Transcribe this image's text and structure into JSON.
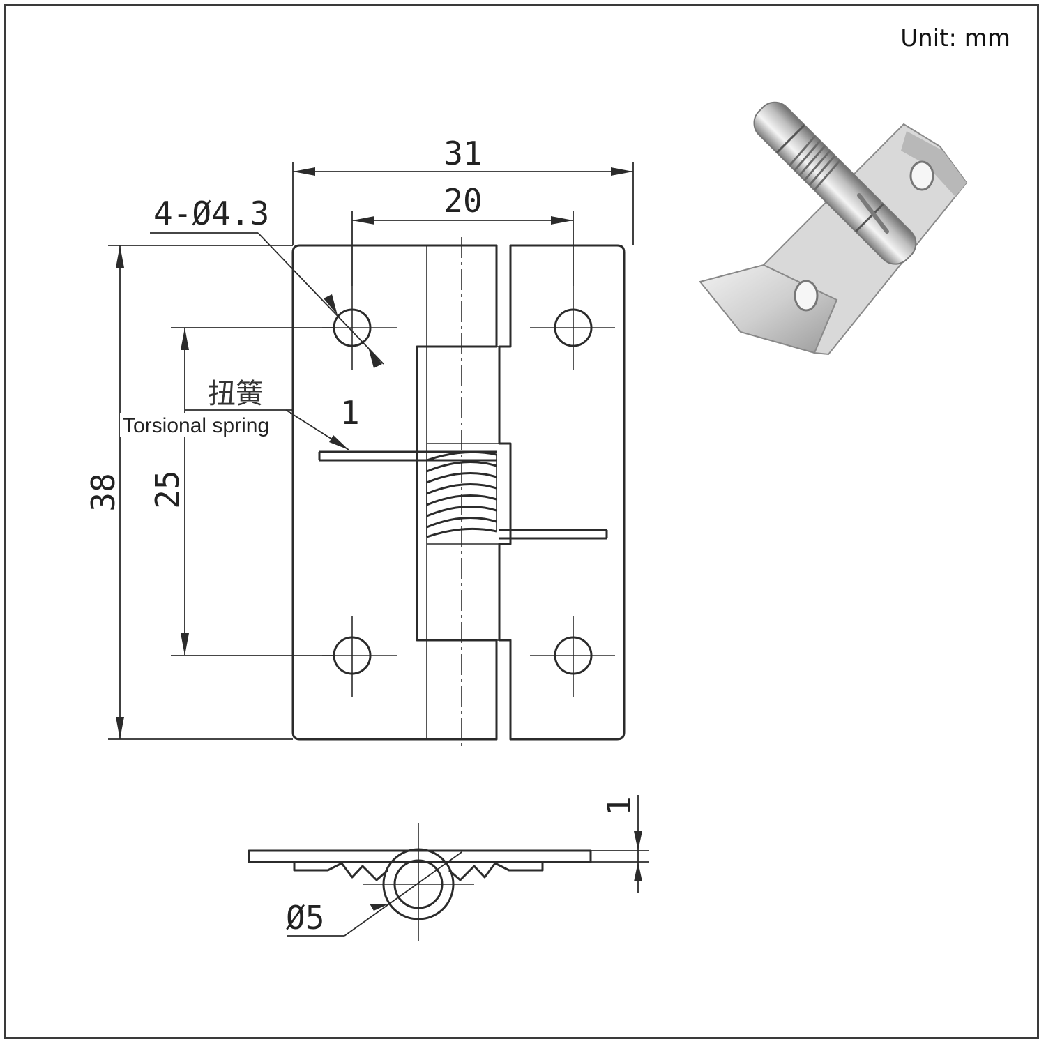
{
  "unit_label": "Unit: mm",
  "dimensions": {
    "overall_width": "31",
    "hole_spacing_horizontal": "20",
    "holes": "4-Ø4.3",
    "overall_height": "38",
    "hole_spacing_vertical": "25",
    "spring_wire": "1",
    "plate_thickness": "1",
    "knuckle_diameter": "Ø5"
  },
  "callouts": {
    "spring_cn": "扭簧",
    "spring_en": "Torsional spring"
  },
  "colors": {
    "line": "#2b2b2b",
    "frame": "#3a3a3a",
    "metal_light": "#e6e6e6",
    "metal_dark": "#8f8f8f"
  }
}
